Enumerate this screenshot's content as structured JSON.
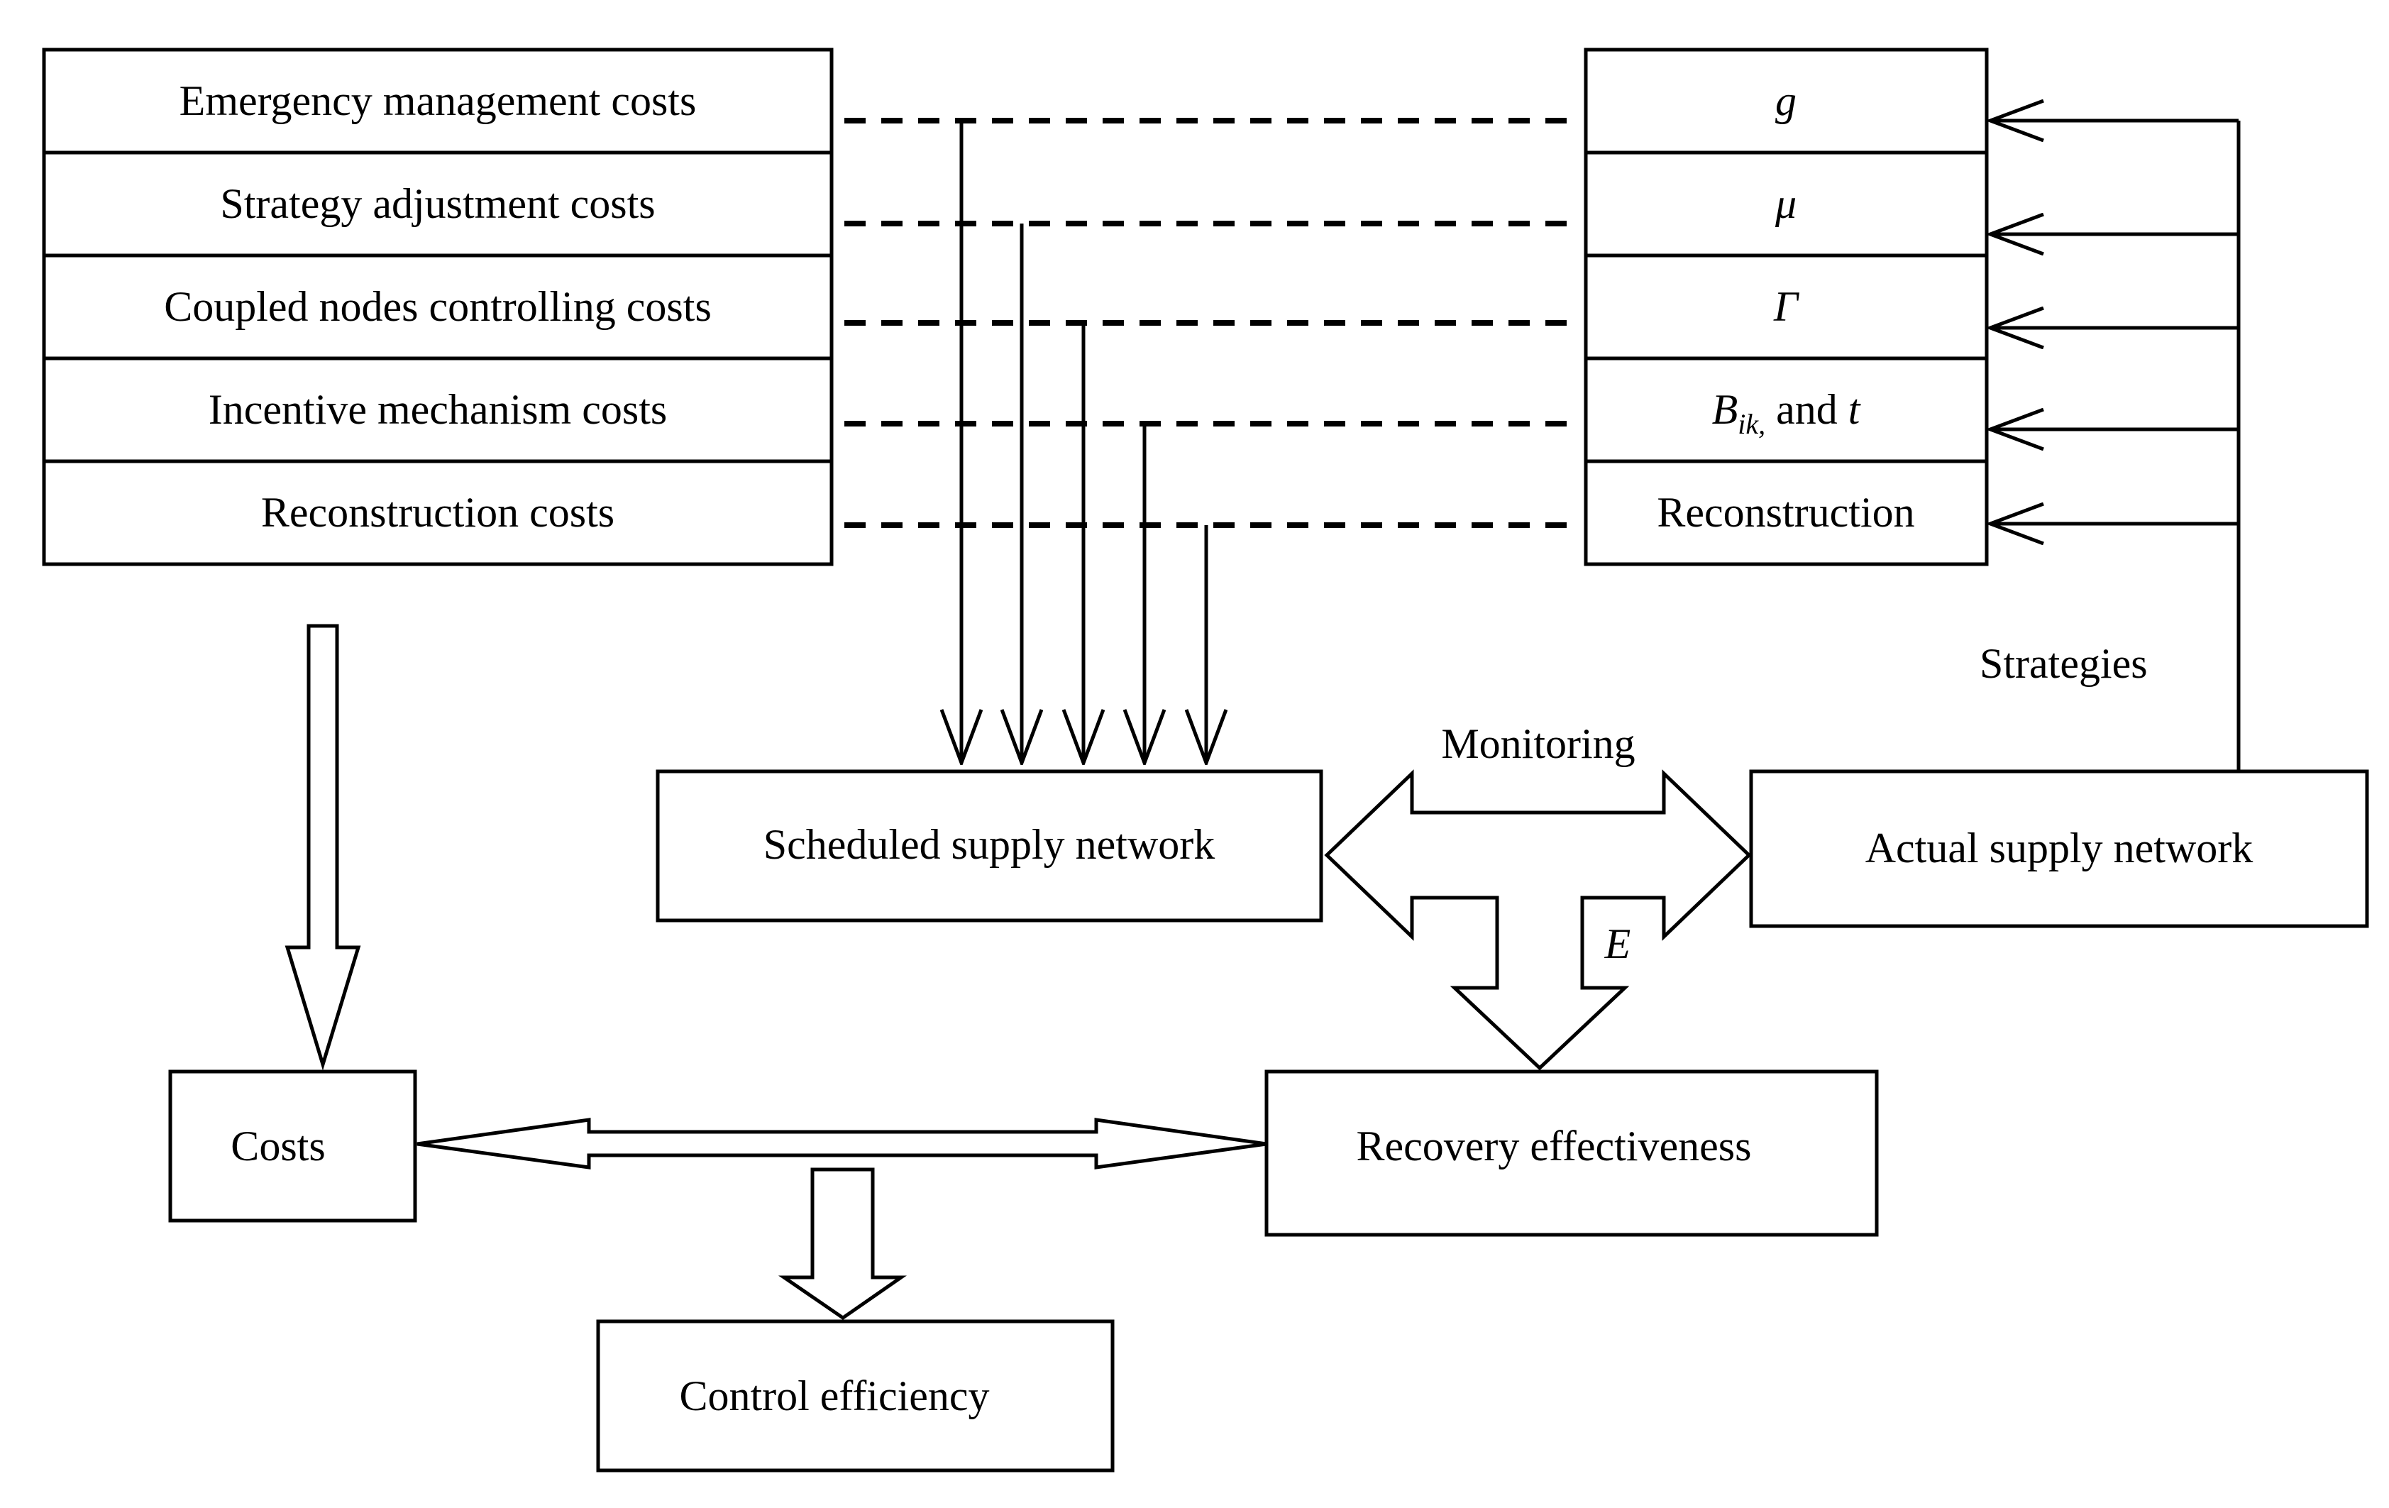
{
  "cost_items": [
    "Emergency management costs",
    "Strategy adjustment costs",
    "Coupled nodes controlling costs",
    "Incentive mechanism costs",
    "Reconstruction costs"
  ],
  "parameters": [
    {
      "main": "g",
      "italic": true
    },
    {
      "main": "μ",
      "italic": true
    },
    {
      "main": "Γ",
      "italic": true
    },
    {
      "main": "B",
      "sub": "ik,",
      "suffix": " and ",
      "suffix_var": "t",
      "italic": true
    },
    {
      "main": "Reconstruction",
      "italic": false
    }
  ],
  "nodes": {
    "scheduled": "Scheduled supply network",
    "actual": "Actual supply network",
    "costs": "Costs",
    "recovery": "Recovery effectiveness",
    "control": "Control efficiency"
  },
  "labels": {
    "monitoring": "Monitoring",
    "strategies": "Strategies",
    "e": "E"
  }
}
